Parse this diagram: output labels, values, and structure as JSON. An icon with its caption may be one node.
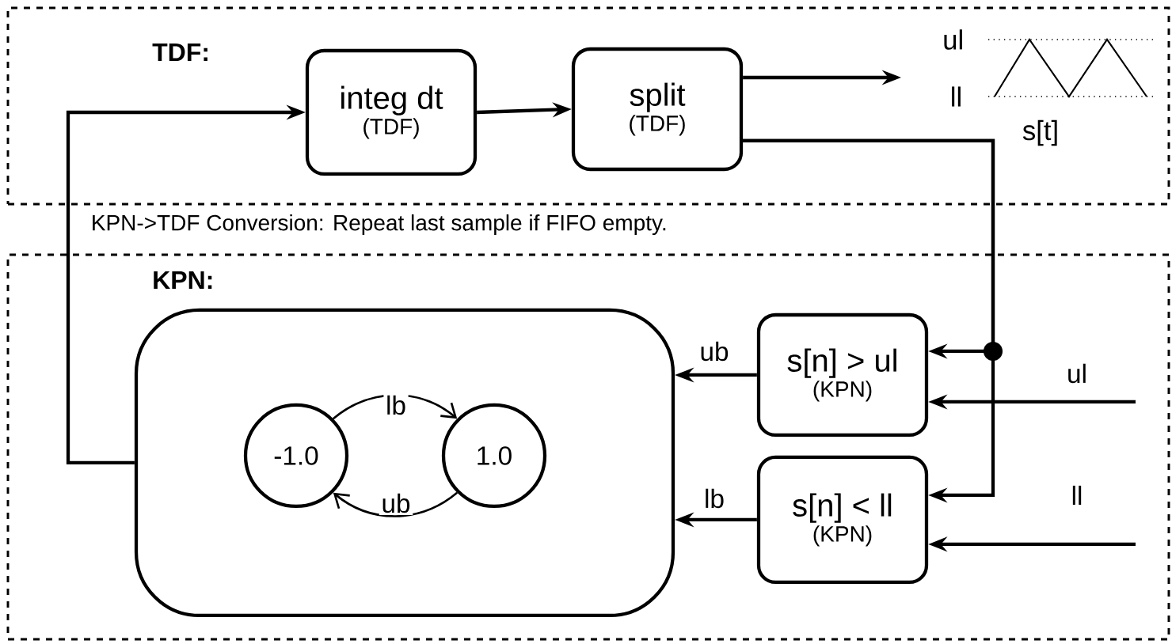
{
  "diagram": {
    "nodes": [
      {
        "text": [
          "TDF:"
        ]
      },
      {
        "text": [
          "integ dt",
          "(TDF)"
        ],
        "in": 0
      },
      {
        "text": [
          "split",
          "(TDF)"
        ],
        "in": 0
      },
      {
        "text": [
          "KPN:"
        ]
      },
      {
        "text": [],
        "shape": "box",
        "in": 3
      },
      {
        "text": [
          "-1.0"
        ],
        "in": 4
      },
      {
        "text": [
          "1.0"
        ],
        "in": 4
      },
      {
        "text": [
          "s[n] > ul",
          "(KPN)"
        ],
        "in": 3
      },
      {
        "text": [
          "s[n] < ll",
          "(KPN)"
        ],
        "in": 3
      }
    ],
    "edges": [
      {
        "from": 1,
        "to": 2,
        "arrow": "to"
      },
      {
        "from": 2,
        "to": null,
        "arrow": "to"
      },
      {
        "from": 2,
        "to": 7,
        "arrow": "to"
      },
      {
        "from": 2,
        "to": 8,
        "arrow": "to"
      },
      {
        "from": 7,
        "to": 4,
        "label": "ub",
        "arrow": "to"
      },
      {
        "from": 8,
        "to": 4,
        "label": "lb",
        "arrow": "to"
      },
      {
        "from": null,
        "to": 7,
        "label": "ul",
        "arrow": "to"
      },
      {
        "from": null,
        "to": 8,
        "label": "ll",
        "arrow": "to"
      },
      {
        "from": 4,
        "to": 1,
        "arrow": "to"
      },
      {
        "from": 5,
        "to": 6,
        "label": "lb",
        "arrow": "to"
      },
      {
        "from": 6,
        "to": 5,
        "label": "ub",
        "arrow": "to"
      }
    ],
    "labels": [
      "ul",
      "ll",
      "s[t]",
      "KPN->TDF Conversion: Repeat last sample if FIFO empty."
    ]
  }
}
